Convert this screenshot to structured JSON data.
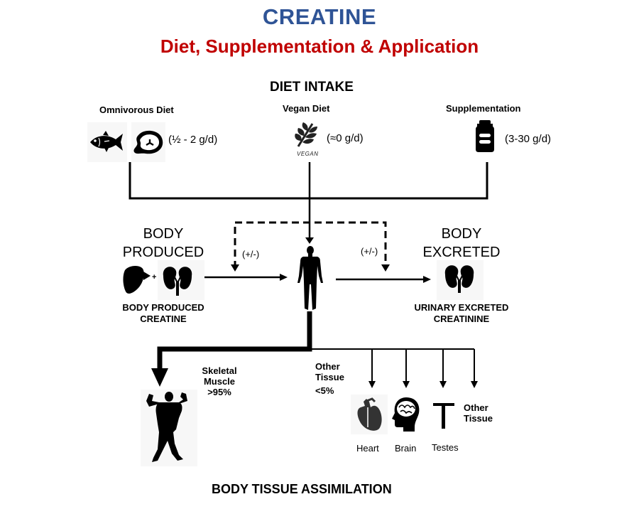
{
  "header": {
    "title": "CREATINE",
    "subtitle": "Diet, Supplementation & Application",
    "title_color": "#2f5496",
    "subtitle_color": "#c00000"
  },
  "diet_intake": {
    "heading": "DIET INTAKE",
    "sources": [
      {
        "label": "Omnivorous Diet",
        "amount": "(½ - 2 g/d)",
        "icons": [
          "fish-icon",
          "meat-steak-icon"
        ]
      },
      {
        "label": "Vegan Diet",
        "amount": "(≈0 g/d)",
        "icons": [
          "vegan-leaf-icon"
        ],
        "icon_caption": "VEGAN"
      },
      {
        "label": "Supplementation",
        "amount": "(3-30 g/d)",
        "icons": [
          "supplement-jar-icon"
        ]
      }
    ]
  },
  "body_produced": {
    "heading_line1": "BODY",
    "heading_line2": "PRODUCED",
    "plus": "+",
    "caption_line1": "BODY PRODUCED",
    "caption_line2": "CREATINE",
    "icons": [
      "liver-icon",
      "kidney-icon"
    ]
  },
  "body_excreted": {
    "heading_line1": "BODY",
    "heading_line2": "EXCRETED",
    "caption_line1": "URINARY EXCRETED",
    "caption_line2": "CREATININE",
    "icons": [
      "kidney-icon"
    ]
  },
  "feedback": {
    "left_label": "(+/-)",
    "right_label": "(+/-)"
  },
  "assimilation": {
    "heading": "BODY TISSUE ASSIMILATION",
    "skeletal_muscle": {
      "line1": "Skeletal",
      "line2": "Muscle",
      "share": ">95%"
    },
    "other_tissue": {
      "line1": "Other",
      "line2": "Tissue",
      "share": "<5%"
    },
    "targets": [
      {
        "label": "Heart",
        "icon": "heart-icon"
      },
      {
        "label": "Brain",
        "icon": "brain-icon"
      },
      {
        "label": "Testes",
        "icon": "testes-icon"
      },
      {
        "label": "Other Tissue",
        "line1": "Other",
        "line2": "Tissue"
      }
    ]
  }
}
